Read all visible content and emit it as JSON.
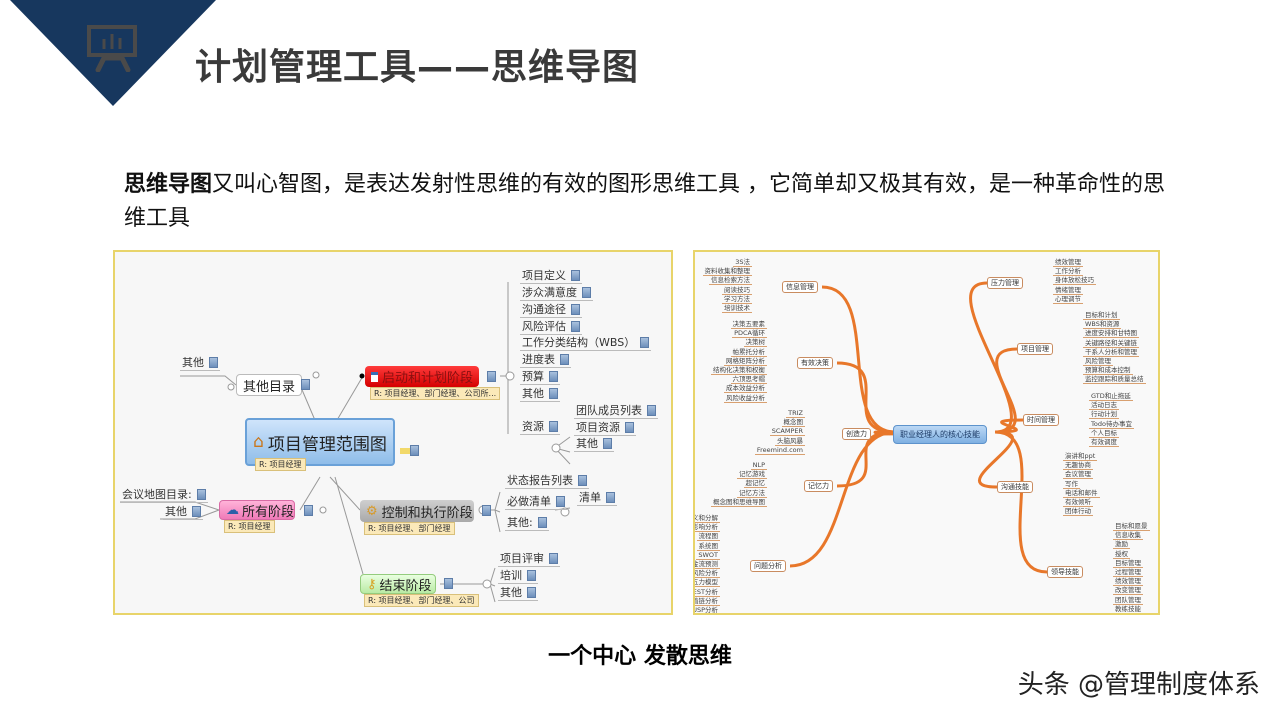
{
  "header": {
    "title": "计划管理工具——思维导图",
    "logo_icon": "presentation-board-icon",
    "accent": "#17375e"
  },
  "intro": {
    "bold": "思维导图",
    "text": "又叫心智图，是表达发射性思维的有效的图形思维工具 ，它简单却又极其有效，是一种革命性的思维工具"
  },
  "left_map": {
    "center": {
      "label": "项目管理范围图",
      "role": "R: 项目经理"
    },
    "other_dir": {
      "label": "其他目录",
      "children": [
        "其他"
      ]
    },
    "start": {
      "label": "启动和计划阶段",
      "role": "R: 项目经理、部门经理、公司所...",
      "children": [
        "项目定义",
        "涉众满意度",
        "沟通途径",
        "风险评估",
        "工作分类结构（WBS）",
        "进度表",
        "预算",
        "其他",
        "资源"
      ],
      "resources": [
        "团队成员列表",
        "项目资源",
        "其他"
      ]
    },
    "all": {
      "label": "所有阶段",
      "role": "R: 项目经理",
      "children": [
        "会议地图目录:",
        "其他"
      ]
    },
    "control": {
      "label": "控制和执行阶段",
      "role": "R: 项目经理、部门经理",
      "children": [
        "状态报告列表",
        "必做清单",
        "其他:"
      ],
      "sub": [
        "清单"
      ]
    },
    "end": {
      "label": "结束阶段",
      "role": "R: 项目经理、部门经理、公司",
      "children": [
        "项目评审",
        "培训",
        "其他"
      ]
    }
  },
  "right_map": {
    "center": "职业经理人的核心技能",
    "branches": [
      {
        "label": "信息管理",
        "items": [
          "3S法",
          "资料收集和整理",
          "信息检索方法",
          "阅读技巧",
          "学习方法",
          "培训技术"
        ]
      },
      {
        "label": "有效决策",
        "items": [
          "决策五要素",
          "PDCA循环",
          "决策树",
          "帕累托分析",
          "网格矩阵分析",
          "结构化决策和权衡",
          "六顶思考帽",
          "成本效益分析",
          "风险收益分析"
        ]
      },
      {
        "label": "创造力",
        "items": [
          "TRIZ",
          "概念图",
          "SCAMPER",
          "头脑风暴",
          "Freemind.com"
        ]
      },
      {
        "label": "记忆力",
        "items": [
          "NLP",
          "记忆游戏",
          "超记忆",
          "记忆方法",
          "概念图和思维导图"
        ]
      },
      {
        "label": "问题分析",
        "items": [
          "问题定义和分解",
          "根源和影响分析",
          "流程图",
          "系统图",
          "SWOT",
          "现金流预测",
          "风险分析",
          "波特五力模型",
          "PEST分析",
          "价值链分析",
          "USP分析"
        ]
      },
      {
        "label": "压力管理",
        "items": [
          "绩效管理",
          "工作分析",
          "身体放松技巧",
          "情绪管理",
          "心理调节"
        ]
      },
      {
        "label": "项目管理",
        "items": [
          "目标和计划",
          "WBS和资源",
          "进度安排和甘特图",
          "关键路径和关键链",
          "干系人分析和管理",
          "风险管理",
          "预算和成本控制",
          "监控跟踪和质量总结"
        ]
      },
      {
        "label": "时间管理",
        "items": [
          "GTD和止拖延",
          "活动日志",
          "行动计划",
          "Todo待办事宜",
          "个人目标",
          "有效调度"
        ]
      },
      {
        "label": "沟通技能",
        "items": [
          "演讲和ppt",
          "无趣协商",
          "会议管理",
          "写作",
          "电话和邮件",
          "有效倾听",
          "团体行动"
        ]
      },
      {
        "label": "领导技能",
        "items": [
          "目标和愿景",
          "信息收集",
          "激励",
          "授权",
          "目标管理",
          "过程管理",
          "绩效管理",
          "改变管理",
          "团队管理",
          "教练技能"
        ]
      }
    ]
  },
  "caption": "一个中心  发散思维",
  "watermark": "头条 @管理制度体系"
}
